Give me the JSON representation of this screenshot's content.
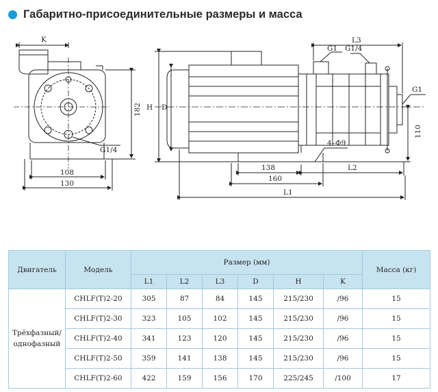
{
  "header": {
    "title": "Габаритно-присоединительные размеры и масса",
    "bullet_color": "#1a9bd7"
  },
  "drawing": {
    "labels": {
      "k": "K",
      "dim_182": "182",
      "g14_left": "G1/4",
      "dim_108": "108",
      "dim_130": "130",
      "h": "H",
      "d": "D",
      "l3": "L3",
      "g1_top": "G1",
      "g14_top": "G1/4",
      "g1_right": "G1",
      "dim_110": "110",
      "hole": "4–Ф9",
      "dim_138": "138",
      "l2": "L2",
      "dim_160": "160",
      "l1": "L1"
    }
  },
  "table": {
    "headers": {
      "motor": "Двигатель",
      "model": "Модель",
      "size": "Размер (мм)",
      "mass": "Масса (кг)"
    },
    "sub_headers": [
      "L1",
      "L2",
      "L3",
      "D",
      "H",
      "K"
    ],
    "motor_type_line1": "Трёхфазный/",
    "motor_type_line2": "однофазный",
    "rows": [
      {
        "model": "CHLF(T)2-20",
        "l1": "305",
        "l2": "87",
        "l3": "84",
        "d": "145",
        "h": "215/230",
        "k": "/96",
        "mass": "15"
      },
      {
        "model": "CHLF(T)2-30",
        "l1": "323",
        "l2": "105",
        "l3": "102",
        "d": "145",
        "h": "215/230",
        "k": "/96",
        "mass": "15"
      },
      {
        "model": "CHLF(T)2-40",
        "l1": "341",
        "l2": "123",
        "l3": "120",
        "d": "145",
        "h": "215/230",
        "k": "/96",
        "mass": "15"
      },
      {
        "model": "CHLF(T)2-50",
        "l1": "359",
        "l2": "141",
        "l3": "138",
        "d": "145",
        "h": "215/230",
        "k": "/96",
        "mass": "15"
      },
      {
        "model": "CHLF(T)2-60",
        "l1": "422",
        "l2": "159",
        "l3": "156",
        "d": "170",
        "h": "225/245",
        "k": "/100",
        "mass": "17"
      }
    ],
    "colors": {
      "header_bg": "#c8e3f0",
      "border": "#9fc9de"
    }
  }
}
